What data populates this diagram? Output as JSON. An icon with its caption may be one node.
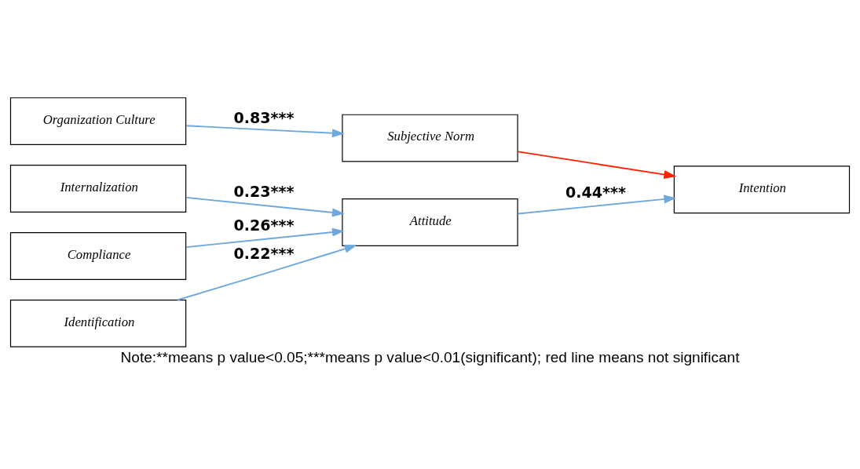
{
  "diagram": {
    "caption": "Note:**means p value<0.05;***means p value<0.01(significant); red line means not significant",
    "nodes": [
      {
        "text": [
          "Internalization"
        ]
      },
      {
        "text": [
          "Identification"
        ]
      },
      {
        "text": [
          "Compliance"
        ]
      },
      {
        "text": [
          "Attitude"
        ]
      },
      {
        "text": [
          "Organization Culture"
        ]
      },
      {
        "text": [
          "Subjective Norm"
        ]
      },
      {
        "text": [
          "Intention"
        ]
      }
    ],
    "edges": [
      {
        "from": 0,
        "to": 3,
        "arrow": "to",
        "label": "0.23***"
      },
      {
        "from": 1,
        "to": 3,
        "arrow": "to",
        "label": "0.22***"
      },
      {
        "from": 2,
        "to": 3,
        "arrow": "to",
        "label": "0.26***"
      },
      {
        "from": 3,
        "to": 6,
        "arrow": "to",
        "label": "0.44***"
      },
      {
        "from": 4,
        "to": 5,
        "arrow": "to",
        "label": "0.83***"
      },
      {
        "from": 5,
        "to": 6,
        "arrow": "to",
        "color": "#ff2200"
      }
    ]
  }
}
